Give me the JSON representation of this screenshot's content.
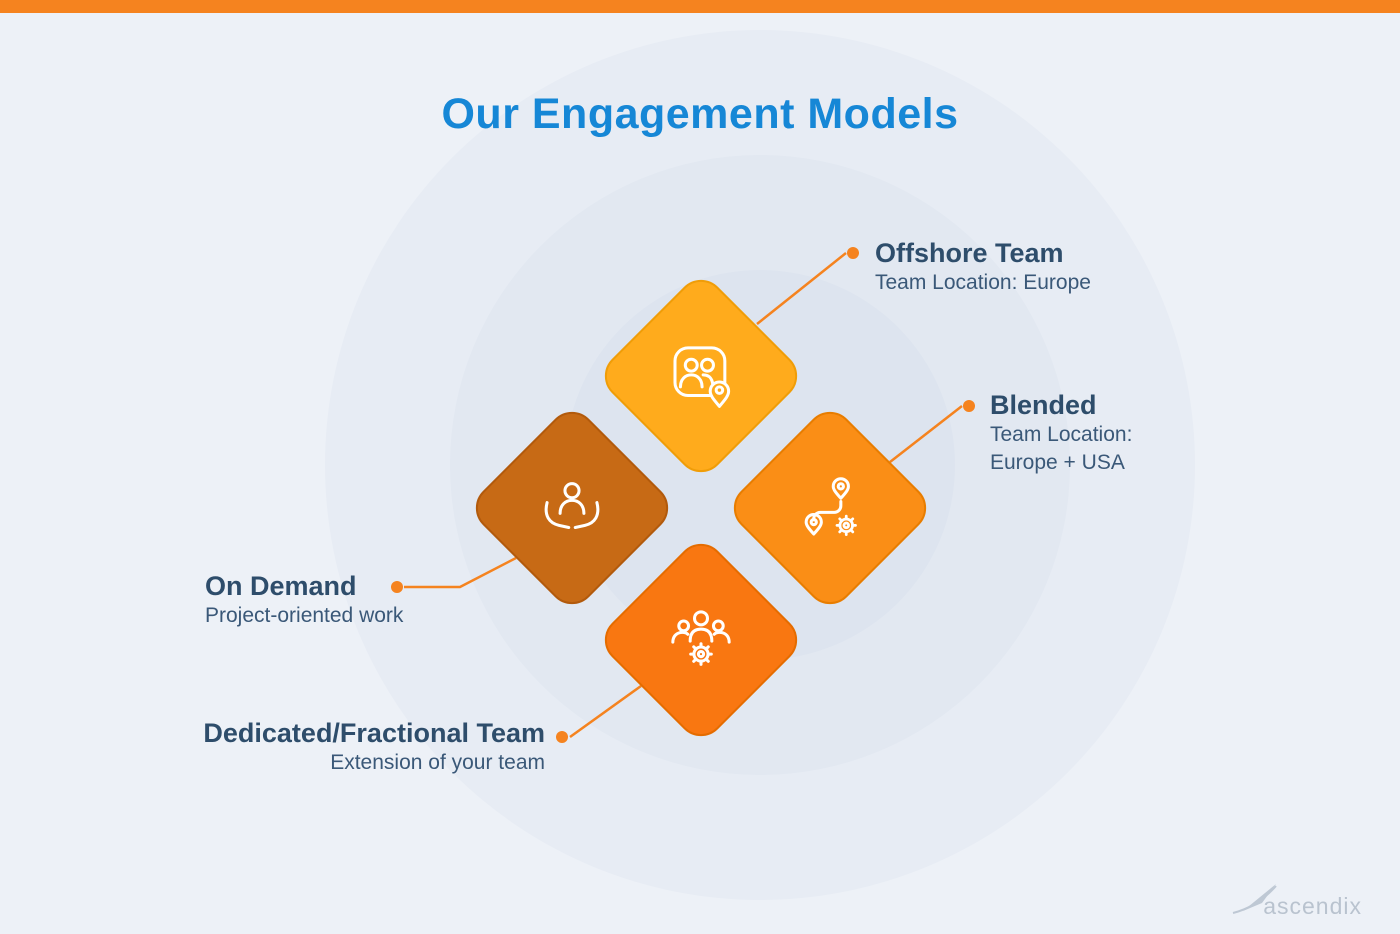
{
  "page": {
    "title": "Our Engagement Models"
  },
  "colors": {
    "top_bar_orange": "#F5831F",
    "background": "#EDF1F7",
    "title_blue": "#1687D6",
    "heading_navy": "#2E4D6B",
    "subtitle_navy": "#3A5878",
    "connector_orange": "#F5831F",
    "diamond_offshore": "#FFAB1C",
    "diamond_blended": "#FA8E16",
    "diamond_on_demand": "#C76A15",
    "diamond_dedicated": "#F97711",
    "logo_gray": "#B9C3CF"
  },
  "models": [
    {
      "name": "Offshore Team",
      "subtitle_lines": [
        "Team Location: Europe"
      ],
      "icon": "people-location-icon",
      "diamond_position": "top"
    },
    {
      "name": "Blended",
      "subtitle_lines": [
        "Team Location:",
        "Europe + USA"
      ],
      "icon": "route-pins-gear-icon",
      "diamond_position": "right"
    },
    {
      "name": "On Demand",
      "subtitle_lines": [
        "Project-oriented work"
      ],
      "icon": "hands-person-icon",
      "diamond_position": "left"
    },
    {
      "name": "Dedicated/Fractional Team",
      "subtitle_lines": [
        "Extension of your team"
      ],
      "icon": "people-gear-icon",
      "diamond_position": "bottom"
    }
  ],
  "footer": {
    "logo_text": "ascendix"
  }
}
